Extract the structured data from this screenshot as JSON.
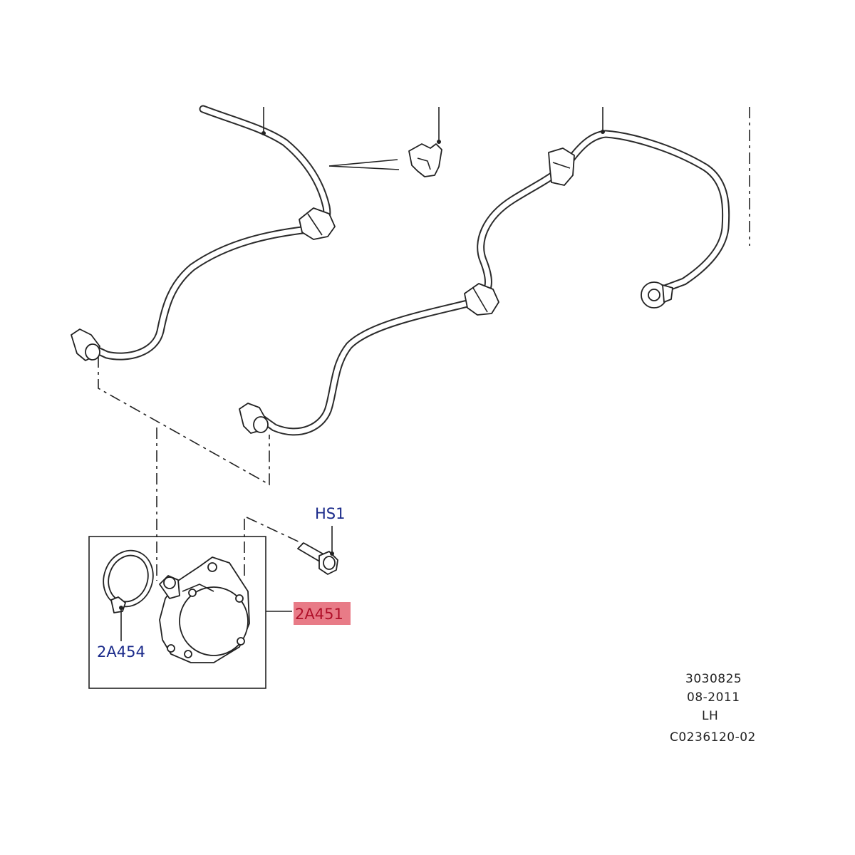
{
  "callouts": {
    "bolt": "HS1",
    "vacuum_pump": "2A451",
    "gasket": "2A454"
  },
  "footer": {
    "line1": "3030825",
    "line2": "08-2011",
    "line3": "LH",
    "line4": "C0236120-02"
  },
  "colors": {
    "label_text": "#1a2a8a",
    "highlight_fill": "#e87b87",
    "highlight_text": "#b0102a",
    "line_art": "#222222"
  }
}
